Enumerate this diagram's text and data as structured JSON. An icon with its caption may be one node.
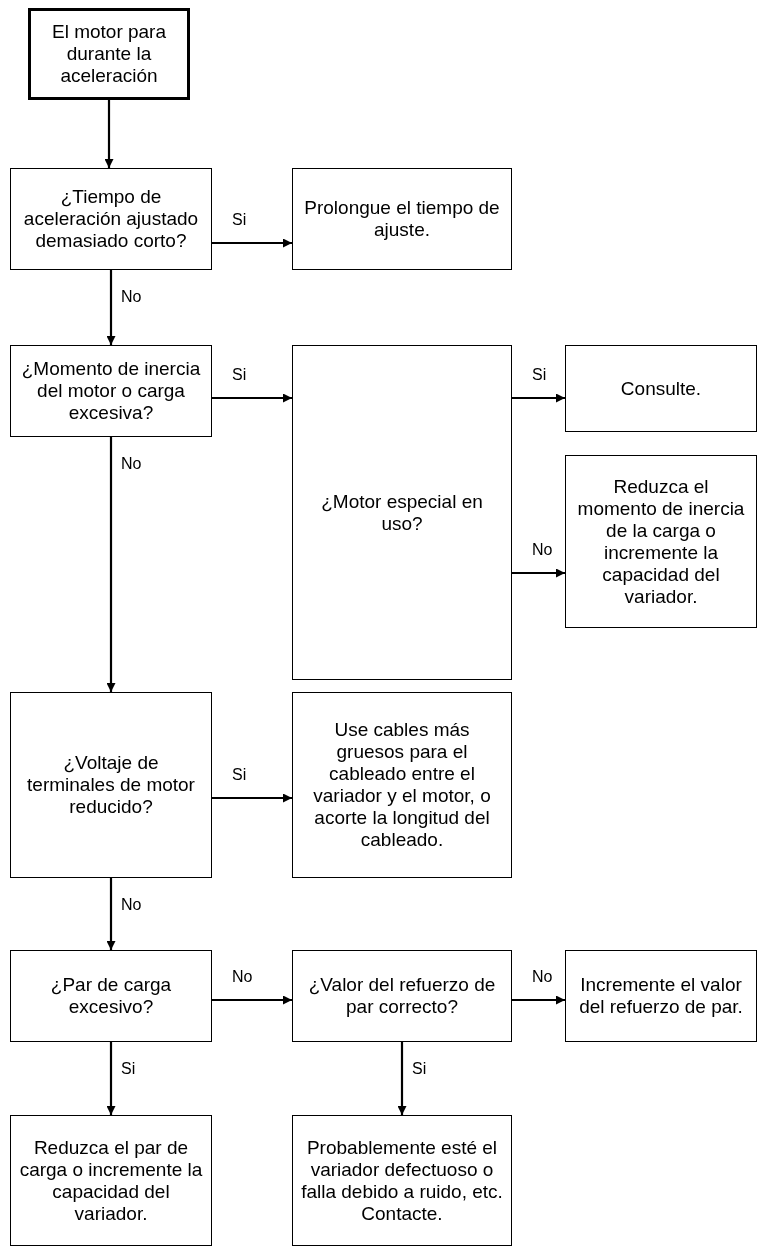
{
  "diagram": {
    "nodes": [
      {
        "text": [
          "El motor para durante la aceleración"
        ]
      },
      {
        "text": [
          "¿Tiempo de aceleración ajustado demasiado corto?"
        ]
      },
      {
        "text": [
          "Prolongue el tiempo de ajuste."
        ]
      },
      {
        "text": [
          "¿Momento de inercia del motor o carga excesiva?"
        ]
      },
      {
        "text": [
          "¿Motor especial en uso?"
        ]
      },
      {
        "text": [
          "Consulte."
        ]
      },
      {
        "text": [
          "Reduzca el momento de inercia de la carga o incremente la capacidad del variador."
        ]
      },
      {
        "text": [
          "¿Voltaje de terminales de motor reducido?"
        ]
      },
      {
        "text": [
          "Use cables más gruesos para el cableado entre el variador y el motor, o acorte la longitud del cableado."
        ]
      },
      {
        "text": [
          "¿Par de carga excesivo?"
        ]
      },
      {
        "text": [
          "¿Valor del refuerzo de par correcto?"
        ]
      },
      {
        "text": [
          "Incremente el valor del refuerzo de par."
        ]
      },
      {
        "text": [
          "Reduzca el par de carga o incremente la capacidad del variador."
        ]
      },
      {
        "text": [
          "Probablemente esté el variador defectuoso o falla debido a ruido, etc. Contacte."
        ]
      }
    ],
    "edges": [
      {
        "from": 0,
        "to": 1,
        "arrow": "to"
      },
      {
        "from": 1,
        "to": 2,
        "arrow": "to",
        "label": "Si"
      },
      {
        "from": 1,
        "to": 3,
        "arrow": "to",
        "label": "No"
      },
      {
        "from": 3,
        "to": 4,
        "arrow": "to",
        "label": "Si"
      },
      {
        "from": 4,
        "to": 5,
        "arrow": "to",
        "label": "Si"
      },
      {
        "from": 4,
        "to": 6,
        "arrow": "to",
        "label": "No"
      },
      {
        "from": 3,
        "to": 7,
        "arrow": "to",
        "label": "No"
      },
      {
        "from": 7,
        "to": 8,
        "arrow": "to",
        "label": "Si"
      },
      {
        "from": 7,
        "to": 9,
        "arrow": "to",
        "label": "No"
      },
      {
        "from": 9,
        "to": 10,
        "arrow": "to",
        "label": "No"
      },
      {
        "from": 10,
        "to": 11,
        "arrow": "to",
        "label": "No"
      },
      {
        "from": 9,
        "to": 12,
        "arrow": "to",
        "label": "Si"
      },
      {
        "from": 10,
        "to": 13,
        "arrow": "to",
        "label": "Si"
      }
    ]
  }
}
